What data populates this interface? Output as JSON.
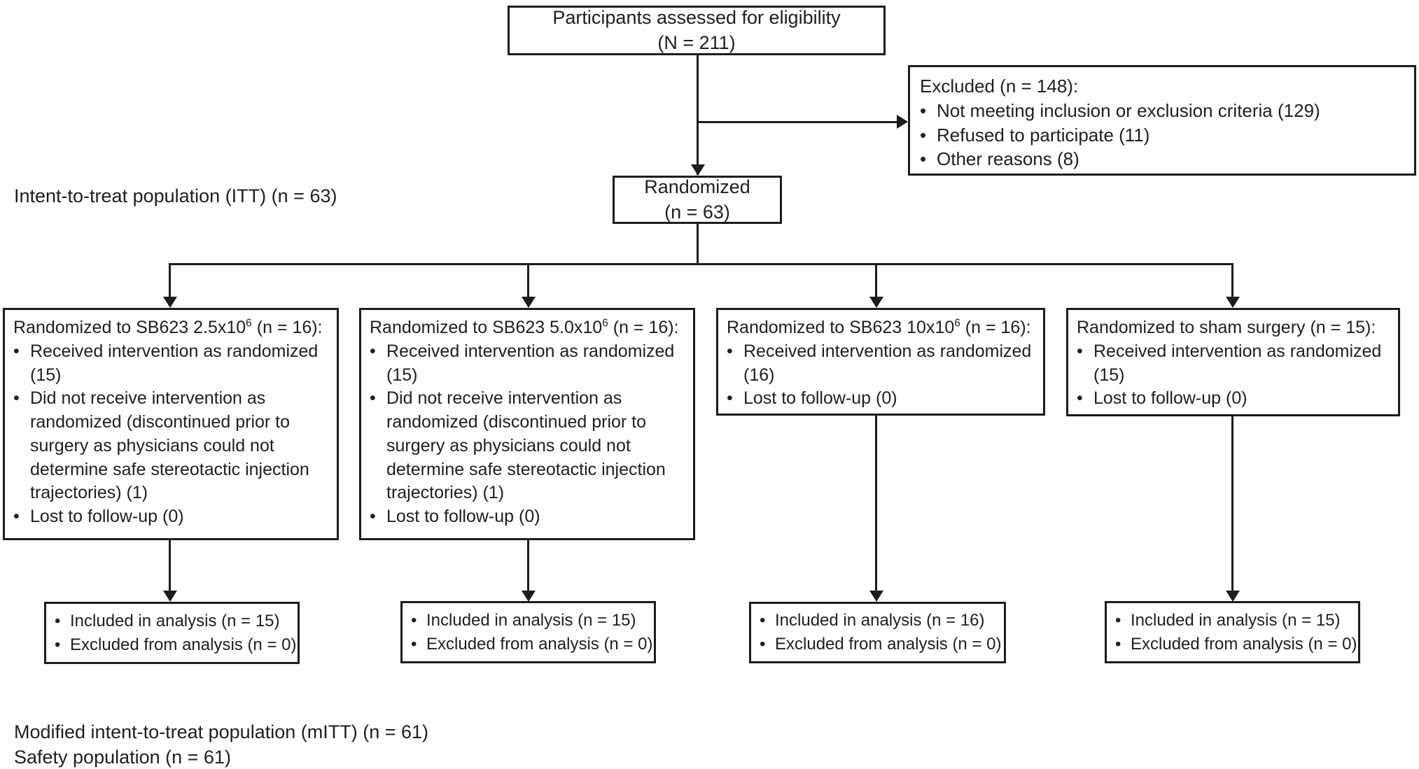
{
  "bullet_char": "•",
  "colors": {
    "line": "#1c1c1c",
    "text": "#1f1f1f",
    "background": "#ffffff"
  },
  "flow": {
    "eligibility": {
      "line1": "Participants assessed for eligibility",
      "line2": "(N = 211)"
    },
    "excluded": {
      "title": "Excluded (n = 148):",
      "bullets": [
        "Not meeting inclusion or exclusion criteria (129)",
        "Refused to participate (11)",
        "Other reasons (8)"
      ]
    },
    "itt_label": "Intent-to-treat population (ITT) (n = 63)",
    "randomized": {
      "line1": "Randomized",
      "line2": "(n = 63)"
    },
    "arms": [
      {
        "title_pre": "Randomized to SB623 2.5x10",
        "title_sup": "6",
        "title_post": " (n = 16):",
        "bullets": [
          "Received intervention as randomized (15)",
          "Did not receive intervention as randomized (discontinued prior to surgery as physicians could not determine safe stereotactic injection trajectories) (1)",
          "Lost to follow-up (0)"
        ]
      },
      {
        "title_pre": "Randomized to SB623 5.0x10",
        "title_sup": "6",
        "title_post": " (n = 16):",
        "bullets": [
          "Received intervention as randomized (15)",
          "Did not receive intervention as randomized (discontinued prior to surgery as physicians could not determine safe stereotactic injection trajectories) (1)",
          "Lost to follow-up (0)"
        ]
      },
      {
        "title_pre": "Randomized to SB623 10x10",
        "title_sup": "6",
        "title_post": " (n = 16):",
        "bullets": [
          "Received intervention as randomized (16)",
          "Lost to follow-up (0)"
        ]
      },
      {
        "title_pre": "Randomized to sham surgery (n = 15):",
        "title_sup": "",
        "title_post": "",
        "bullets": [
          "Received intervention as randomized (15)",
          "Lost to follow-up (0)"
        ]
      }
    ],
    "analysis": [
      {
        "bullets": [
          "Included in analysis (n = 15)",
          "Excluded from analysis (n = 0)"
        ]
      },
      {
        "bullets": [
          "Included in analysis (n = 15)",
          "Excluded from analysis (n = 0)"
        ]
      },
      {
        "bullets": [
          "Included in analysis (n = 16)",
          "Excluded from analysis (n = 0)"
        ]
      },
      {
        "bullets": [
          "Included in analysis (n = 15)",
          "Excluded from analysis (n = 0)"
        ]
      }
    ],
    "mitt_label": "Modified intent-to-treat population (mITT) (n = 61)",
    "safety_label": "Safety population (n = 61)"
  }
}
